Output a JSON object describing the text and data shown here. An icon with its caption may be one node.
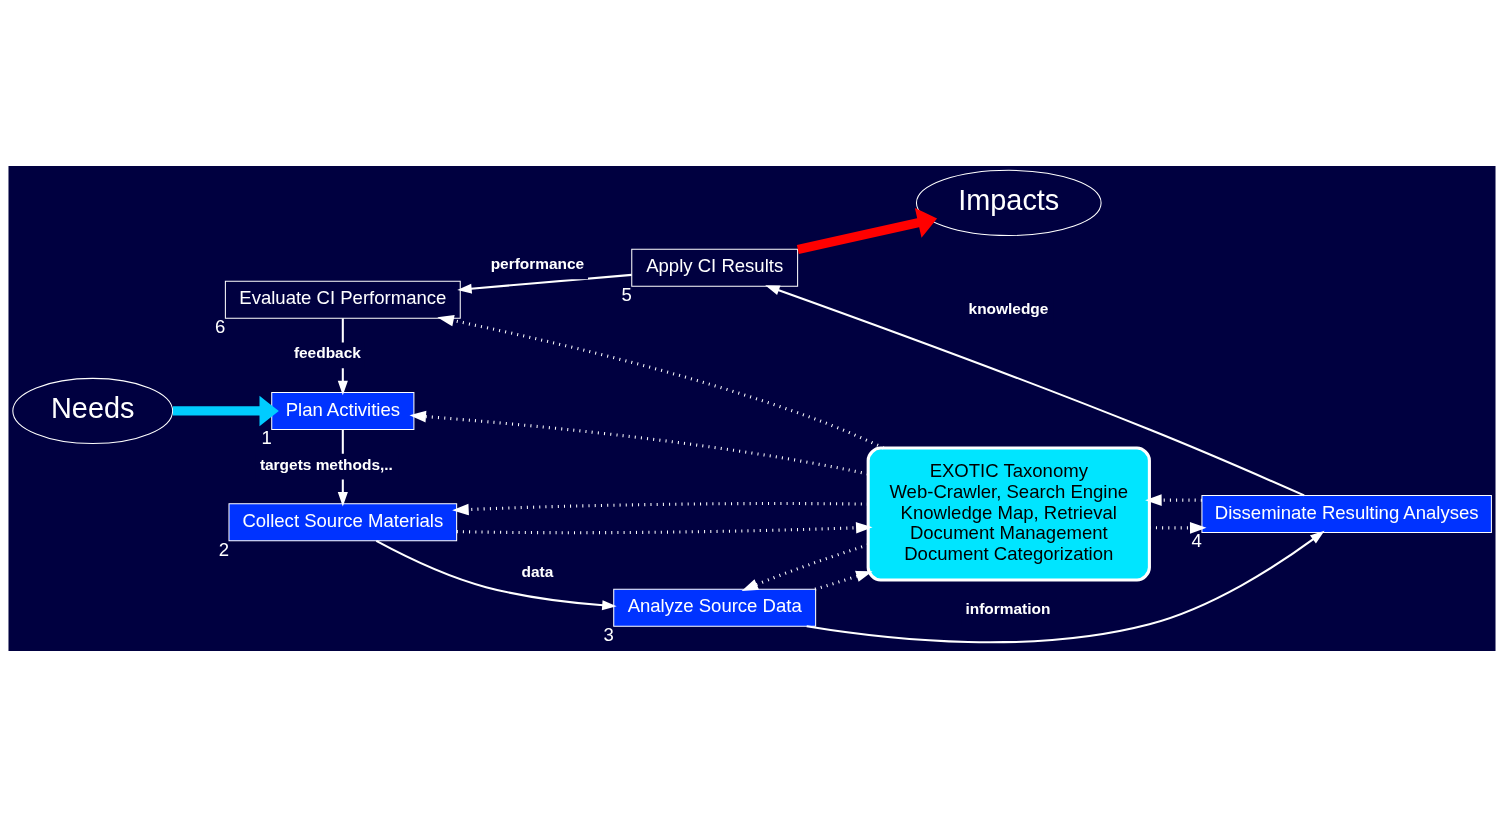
{
  "diagram": {
    "nodes": [
      {
        "text": [
          "Needs"
        ]
      },
      {
        "text": [
          "Plan Activities"
        ],
        "beside": [
          "1"
        ]
      },
      {
        "text": [
          "Collect Source Materials"
        ],
        "beside": [
          "2"
        ]
      },
      {
        "text": [
          "Analyze Source Data"
        ],
        "beside": [
          "3"
        ]
      },
      {
        "text": [
          "EXOTIC Taxonomy",
          "Web-Crawler, Search Engine",
          "Knowledge Map, Retrieval",
          "Document Management",
          "Document Categorization"
        ]
      },
      {
        "text": [
          "Disseminate Resulting Analyses"
        ],
        "beside": [
          "4"
        ]
      },
      {
        "text": [
          "Apply CI Results"
        ],
        "beside": [
          "5"
        ]
      },
      {
        "text": [
          "Evaluate CI Performance"
        ],
        "beside": [
          "6"
        ]
      },
      {
        "text": [
          "Impacts"
        ]
      }
    ],
    "edges": [
      {
        "from": 0,
        "to": 1,
        "arrow": "to",
        "style": "thick",
        "color": "#00ccff"
      },
      {
        "from": 1,
        "to": 2,
        "arrow": "to",
        "label": "targets methods,.."
      },
      {
        "from": 2,
        "to": 3,
        "arrow": "to",
        "label": "data"
      },
      {
        "from": 3,
        "to": 5,
        "arrow": "to",
        "label": "information"
      },
      {
        "from": 5,
        "to": 6,
        "arrow": "to",
        "label": "knowledge"
      },
      {
        "from": 6,
        "to": 7,
        "arrow": "to",
        "label": "performance"
      },
      {
        "from": 7,
        "to": 1,
        "arrow": "to",
        "label": "feedback"
      },
      {
        "from": 6,
        "to": 8,
        "arrow": "to",
        "style": "thick",
        "color": "#ff0000"
      },
      {
        "from": 4,
        "to": 2,
        "arrow": "to",
        "style": "dashed"
      },
      {
        "from": 2,
        "to": 4,
        "arrow": "to",
        "style": "dashed"
      },
      {
        "from": 4,
        "to": 3,
        "arrow": "to",
        "style": "dashed"
      },
      {
        "from": 3,
        "to": 4,
        "arrow": "to",
        "style": "dashed"
      },
      {
        "from": 4,
        "to": 1,
        "arrow": "to",
        "style": "dashed"
      },
      {
        "from": 5,
        "to": 4,
        "arrow": "to",
        "style": "dashed"
      },
      {
        "from": 4,
        "to": 5,
        "arrow": "to",
        "style": "dashed"
      },
      {
        "from": 4,
        "to": 7,
        "arrow": "to",
        "style": "dashed"
      }
    ]
  }
}
